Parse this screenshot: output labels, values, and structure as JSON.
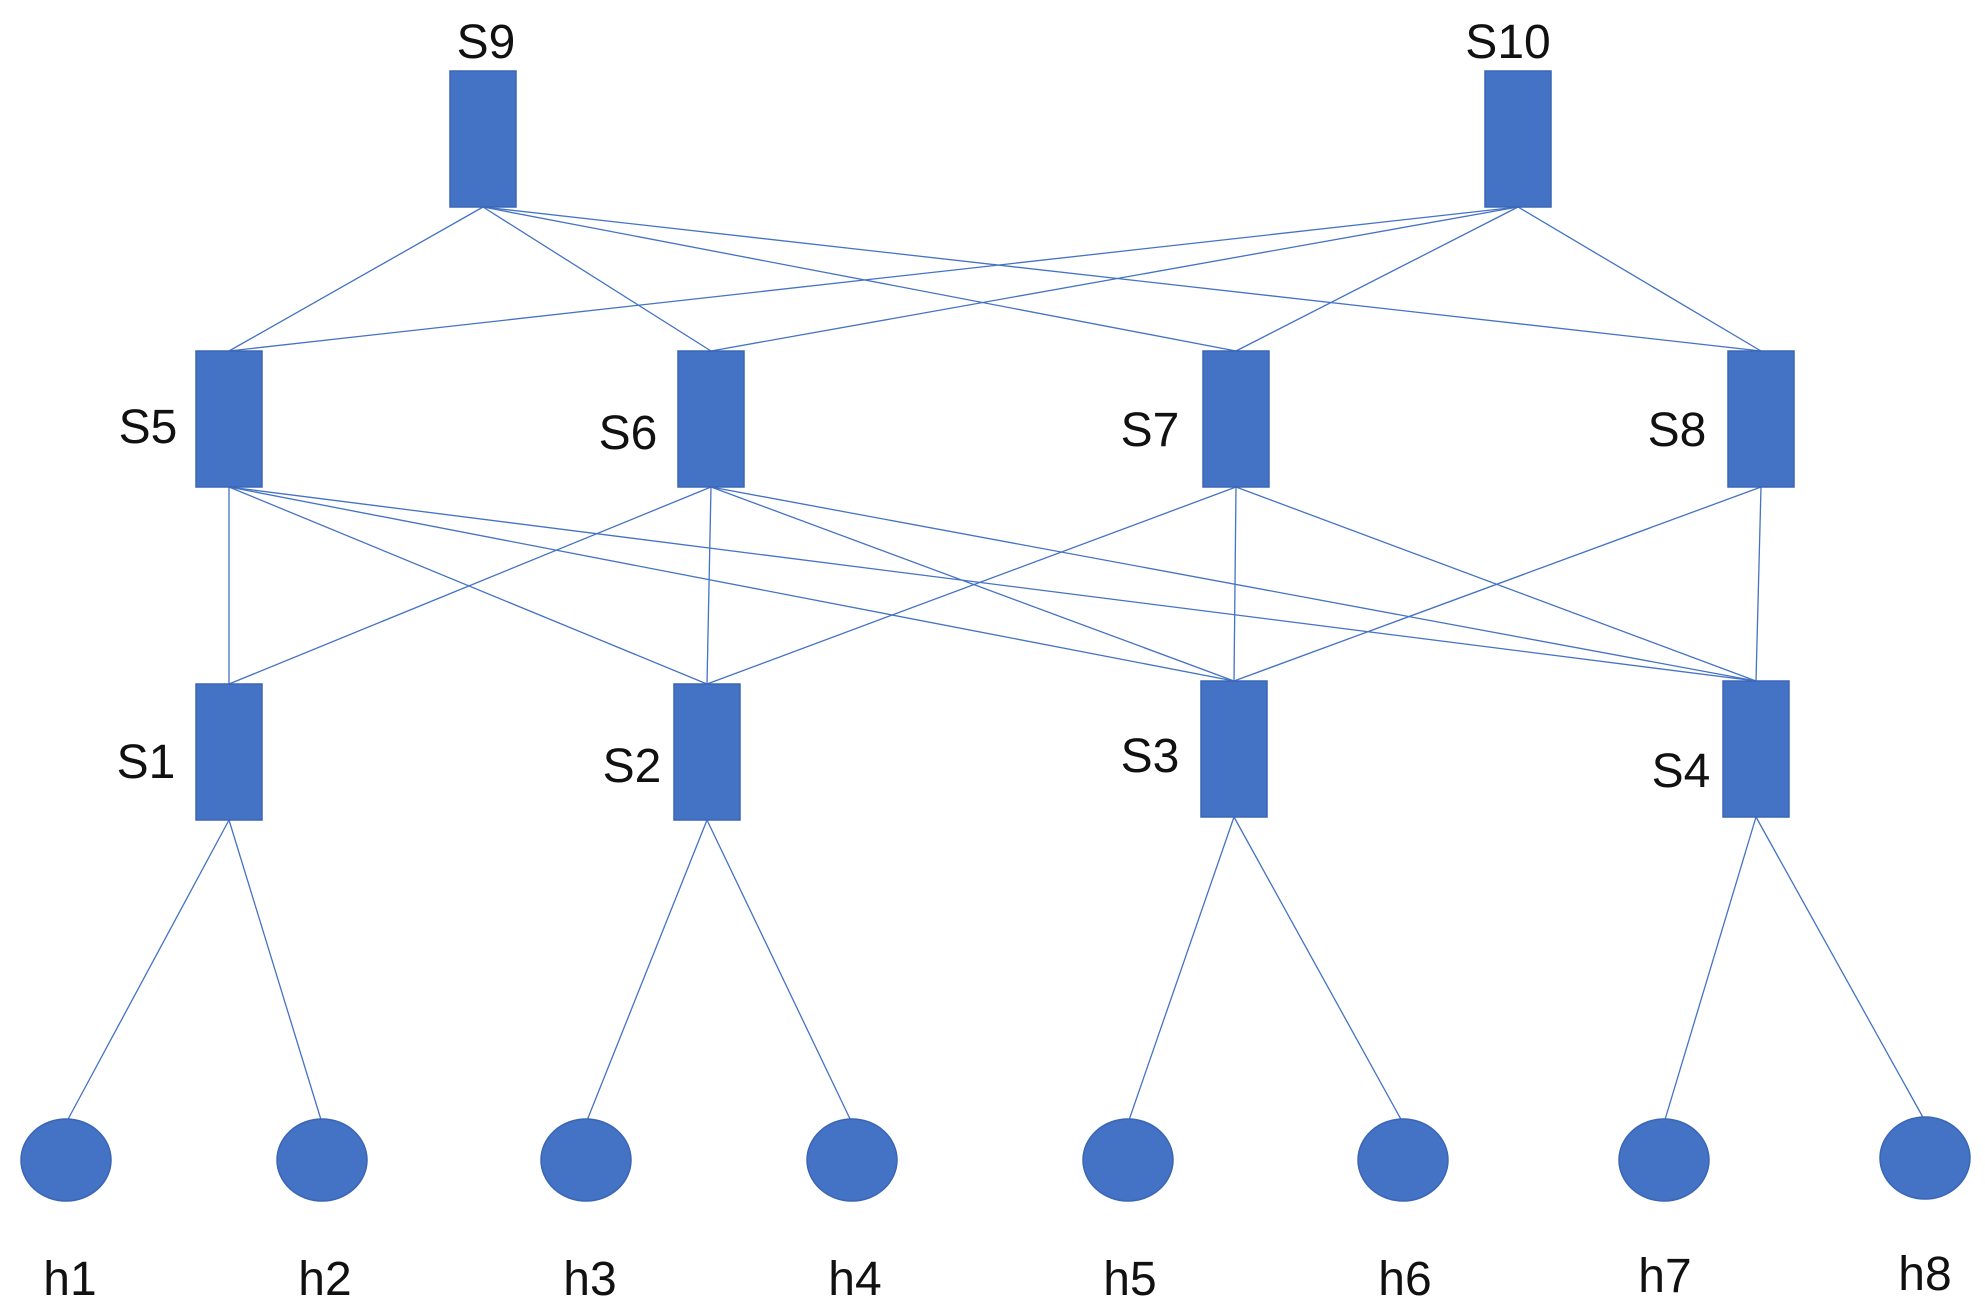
{
  "switches": [
    {
      "id": "S9",
      "label": "S9"
    },
    {
      "id": "S10",
      "label": "S10"
    },
    {
      "id": "S5",
      "label": "S5"
    },
    {
      "id": "S6",
      "label": "S6"
    },
    {
      "id": "S7",
      "label": "S7"
    },
    {
      "id": "S8",
      "label": "S8"
    },
    {
      "id": "S1",
      "label": "S1"
    },
    {
      "id": "S2",
      "label": "S2"
    },
    {
      "id": "S3",
      "label": "S3"
    },
    {
      "id": "S4",
      "label": "S4"
    }
  ],
  "hosts": [
    {
      "id": "h1",
      "label": "h1"
    },
    {
      "id": "h2",
      "label": "h2"
    },
    {
      "id": "h3",
      "label": "h3"
    },
    {
      "id": "h4",
      "label": "h4"
    },
    {
      "id": "h5",
      "label": "h5"
    },
    {
      "id": "h6",
      "label": "h6"
    },
    {
      "id": "h7",
      "label": "h7"
    },
    {
      "id": "h8",
      "label": "h8"
    }
  ],
  "links": [
    [
      "S9",
      "S5"
    ],
    [
      "S9",
      "S6"
    ],
    [
      "S9",
      "S7"
    ],
    [
      "S9",
      "S8"
    ],
    [
      "S10",
      "S5"
    ],
    [
      "S10",
      "S6"
    ],
    [
      "S10",
      "S7"
    ],
    [
      "S10",
      "S8"
    ],
    [
      "S5",
      "S1"
    ],
    [
      "S5",
      "S2"
    ],
    [
      "S5",
      "S3"
    ],
    [
      "S5",
      "S4"
    ],
    [
      "S6",
      "S1"
    ],
    [
      "S6",
      "S2"
    ],
    [
      "S6",
      "S3"
    ],
    [
      "S6",
      "S4"
    ],
    [
      "S7",
      "S2"
    ],
    [
      "S7",
      "S3"
    ],
    [
      "S7",
      "S4"
    ],
    [
      "S8",
      "S3"
    ],
    [
      "S8",
      "S4"
    ],
    [
      "S1",
      "h1"
    ],
    [
      "S1",
      "h2"
    ],
    [
      "S2",
      "h3"
    ],
    [
      "S2",
      "h4"
    ],
    [
      "S3",
      "h5"
    ],
    [
      "S3",
      "h6"
    ],
    [
      "S4",
      "h7"
    ],
    [
      "S4",
      "h8"
    ]
  ],
  "colors": {
    "node_fill": "#4472C4",
    "link": "#4472C4",
    "label": "#111111"
  }
}
